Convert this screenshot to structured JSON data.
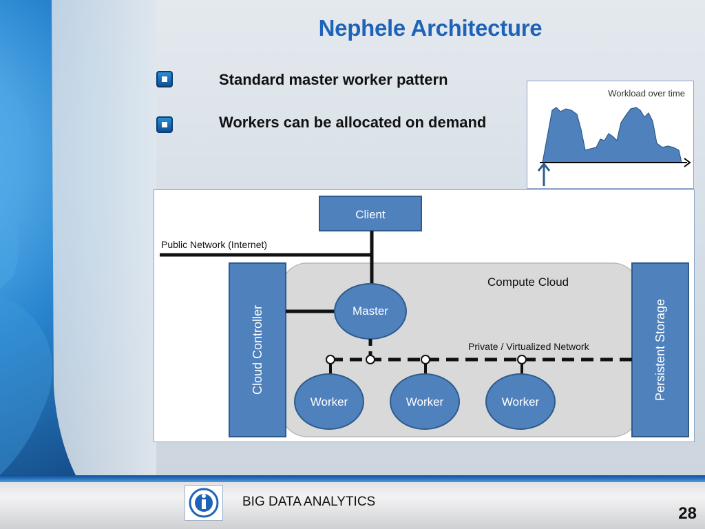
{
  "slide": {
    "title": "Nephele Architecture",
    "bullets": [
      "Standard master worker pattern",
      "Workers can be allocated on demand"
    ],
    "footer_text": "BIG DATA ANALYTICS",
    "page_number": "28"
  },
  "workload_chart": {
    "title": "Workload over time"
  },
  "diagram": {
    "client": "Client",
    "public_network": "Public Network (Internet)",
    "cloud_controller": "Cloud Controller",
    "compute_cloud": "Compute Cloud",
    "master": "Master",
    "private_network": "Private / Virtualized Network",
    "workers": [
      "Worker",
      "Worker",
      "Worker"
    ],
    "persistent_storage": "Persistent Storage"
  },
  "colors": {
    "title": "#1f63b8",
    "box_fill": "#4f81bd",
    "box_stroke": "#2e5b8c",
    "cloud_fill": "#d9d9d9"
  }
}
